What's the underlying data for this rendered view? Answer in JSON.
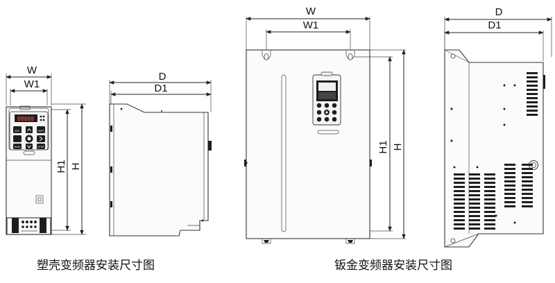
{
  "labels": {
    "W": "W",
    "W1": "W1",
    "D": "D",
    "D1": "D1",
    "H": "H",
    "H1": "H1"
  },
  "captions": {
    "plastic": "塑壳变频器安装尺寸图",
    "sheet_metal": "钣金变频器安装尺寸图"
  },
  "display_readout": "88888",
  "keypad_keys": {
    "esc": "ESC",
    "shift": "SHIFT",
    "run": "RUN",
    "stop": "STOP"
  },
  "colors": {
    "line": "#222222",
    "panel": "#1e1e1e",
    "background": "#ffffff"
  }
}
